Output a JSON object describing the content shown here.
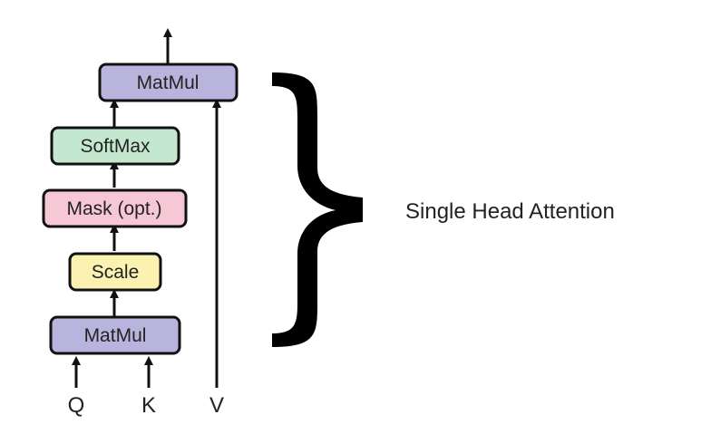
{
  "diagram": {
    "nodes": {
      "matmul_bottom": {
        "label": "MatMul",
        "fill": "#b9b4dd"
      },
      "scale": {
        "label": "Scale",
        "fill": "#fbf1b0"
      },
      "mask": {
        "label": "Mask (opt.)",
        "fill": "#f6c7d4"
      },
      "softmax": {
        "label": "SoftMax",
        "fill": "#c4e8cf"
      },
      "matmul_top": {
        "label": "MatMul",
        "fill": "#b9b4dd"
      }
    },
    "inputs": {
      "q": "Q",
      "k": "K",
      "v": "V"
    },
    "caption": "Single Head Attention",
    "colors": {
      "stroke": "#111111",
      "text": "#222222"
    }
  }
}
